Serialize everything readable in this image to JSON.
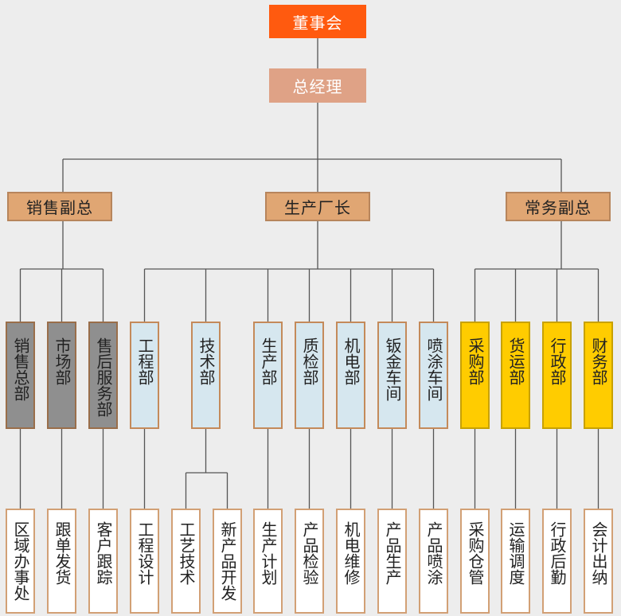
{
  "colors": {
    "board": "#ff5a0f",
    "gm": "#dfa286",
    "vp": "#e0a673",
    "vp_border": "#b7855c",
    "gray": "#8f8f8f",
    "blue": "#d6e7ef",
    "blue_border": "#c48a5a",
    "yellow": "#ffcc00",
    "yellow_border": "#c8a100",
    "white": "#ffffff",
    "white_border": "#d2a075",
    "line": "#555555",
    "text_light": "#ffffff"
  },
  "top": {
    "board": "董事会",
    "gm": "总经理"
  },
  "vps": [
    "销售副总",
    "生产厂长",
    "常务副总"
  ],
  "depts": [
    "销售总部",
    "市场部",
    "售后服务部",
    "工程部",
    "技术部",
    "生产部",
    "质检部",
    "机电部",
    "钣金车间",
    "喷涂车间",
    "采购部",
    "货运部",
    "行政部",
    "财务部"
  ],
  "subs": [
    "区域办事处",
    "跟单发货",
    "客户跟踪",
    "工程设计",
    "工艺技术",
    "新产品开发",
    "生产计划",
    "产品检验",
    "机电维修",
    "产品生产",
    "产品喷涂",
    "采购仓管",
    "运输调度",
    "行政后勤",
    "会计出纳"
  ]
}
